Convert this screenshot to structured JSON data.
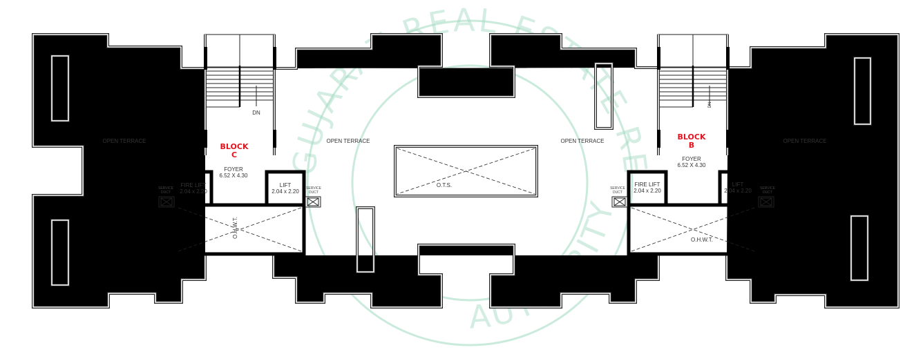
{
  "watermark": {
    "text": "GUJARAT REAL ESTATE REGULATORY AUTHORITY",
    "color": "#9ed9bf"
  },
  "labels": {
    "open_terrace_1": "OPEN TERRACE",
    "open_terrace_2": "OPEN TERRACE",
    "open_terrace_3": "OPEN TERRACE",
    "open_terrace_4": "OPEN TERRACE",
    "ots": "O.T.S."
  },
  "block_c": {
    "title_line1": "BLOCK",
    "title_line2": "C",
    "foyer": "FOYER",
    "foyer_dims": "6.52 X 4.30",
    "fire_lift": "FIRE LIFT",
    "fire_lift_dims": "2.04 x 2.20",
    "lift": "LIFT",
    "lift_dims": "2.04 x 2.20",
    "service_duct_l1": "SERVICE",
    "service_duct_l2": "DUCT",
    "ohwt": "O.H.W.T.",
    "stair_dir": "DN"
  },
  "block_b": {
    "title_line1": "BLOCK",
    "title_line2": "B",
    "foyer": "FOYER",
    "foyer_dims": "6.52 X 4.30",
    "fire_lift": "FIRE LIFT",
    "fire_lift_dims": "2.04 x 2.20",
    "lift": "LIFT",
    "lift_dims": "2.04 x 2.20",
    "service_duct_l1": "SERVICE",
    "service_duct_l2": "DUCT",
    "ohwt": "O.H.W.T.",
    "stair_dir": "DN"
  },
  "colors": {
    "block_label": "#e0141e",
    "walls": "#222222"
  }
}
